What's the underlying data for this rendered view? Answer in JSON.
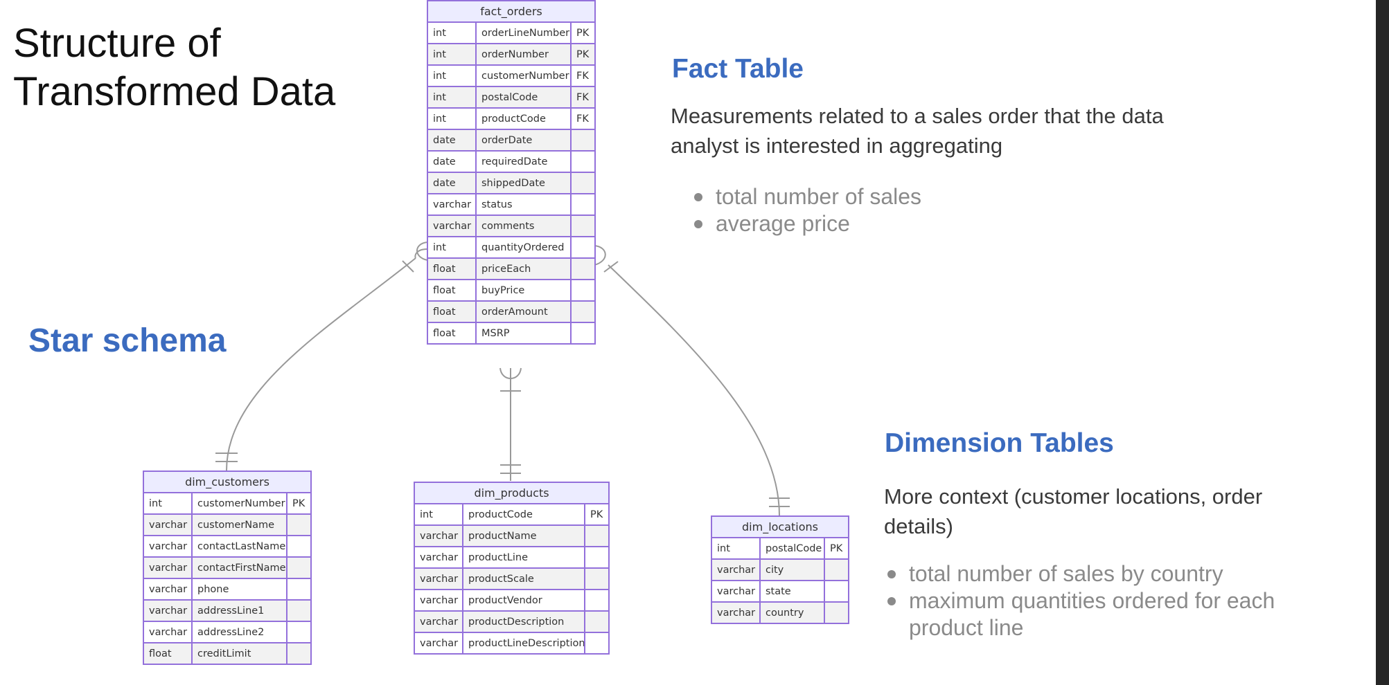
{
  "title_lines": [
    "Structure of",
    "Transformed Data"
  ],
  "star_schema_label": "Star schema",
  "fact_section": {
    "heading": "Fact Table",
    "description_lines": [
      "Measurements related to a sales order that the data",
      "analyst is interested in aggregating"
    ],
    "bullets": [
      [
        "total number of sales"
      ],
      [
        "average price"
      ]
    ]
  },
  "dimension_section": {
    "heading": "Dimension Tables",
    "description_lines": [
      "More context (customer locations, order",
      "details)"
    ],
    "bullets": [
      [
        "total number of sales by country"
      ],
      [
        "maximum quantities ordered for each",
        "product line"
      ]
    ]
  },
  "entities": {
    "fact_orders": {
      "name": "fact_orders",
      "rows": [
        [
          "int",
          "orderLineNumber",
          "PK"
        ],
        [
          "int",
          "orderNumber",
          "PK"
        ],
        [
          "int",
          "customerNumber",
          "FK"
        ],
        [
          "int",
          "postalCode",
          "FK"
        ],
        [
          "int",
          "productCode",
          "FK"
        ],
        [
          "date",
          "orderDate",
          ""
        ],
        [
          "date",
          "requiredDate",
          ""
        ],
        [
          "date",
          "shippedDate",
          ""
        ],
        [
          "varchar",
          "status",
          ""
        ],
        [
          "varchar",
          "comments",
          ""
        ],
        [
          "int",
          "quantityOrdered",
          ""
        ],
        [
          "float",
          "priceEach",
          ""
        ],
        [
          "float",
          "buyPrice",
          ""
        ],
        [
          "float",
          "orderAmount",
          ""
        ],
        [
          "float",
          "MSRP",
          ""
        ]
      ]
    },
    "dim_customers": {
      "name": "dim_customers",
      "rows": [
        [
          "int",
          "customerNumber",
          "PK"
        ],
        [
          "varchar",
          "customerName",
          ""
        ],
        [
          "varchar",
          "contactLastName",
          ""
        ],
        [
          "varchar",
          "contactFirstName",
          ""
        ],
        [
          "varchar",
          "phone",
          ""
        ],
        [
          "varchar",
          "addressLine1",
          ""
        ],
        [
          "varchar",
          "addressLine2",
          ""
        ],
        [
          "float",
          "creditLimit",
          ""
        ]
      ]
    },
    "dim_products": {
      "name": "dim_products",
      "rows": [
        [
          "int",
          "productCode",
          "PK"
        ],
        [
          "varchar",
          "productName",
          ""
        ],
        [
          "varchar",
          "productLine",
          ""
        ],
        [
          "varchar",
          "productScale",
          ""
        ],
        [
          "varchar",
          "productVendor",
          ""
        ],
        [
          "varchar",
          "productDescription",
          ""
        ],
        [
          "varchar",
          "productLineDescription",
          ""
        ]
      ]
    },
    "dim_locations": {
      "name": "dim_locations",
      "rows": [
        [
          "int",
          "postalCode",
          "PK"
        ],
        [
          "varchar",
          "city",
          ""
        ],
        [
          "varchar",
          "state",
          ""
        ],
        [
          "varchar",
          "country",
          ""
        ]
      ]
    }
  },
  "relationships": [
    {
      "from": "dim_customers",
      "to": "fact_orders",
      "from_cardinality": "exactly-one",
      "to_cardinality": "one-or-many"
    },
    {
      "from": "dim_products",
      "to": "fact_orders",
      "from_cardinality": "exactly-one",
      "to_cardinality": "one-or-many"
    },
    {
      "from": "dim_locations",
      "to": "fact_orders",
      "from_cardinality": "exactly-one",
      "to_cardinality": "one-or-many"
    }
  ],
  "colors": {
    "entity_border": "#9370db",
    "entity_header": "#ececff",
    "heading": "#3b6bbf",
    "connector": "#999999"
  }
}
